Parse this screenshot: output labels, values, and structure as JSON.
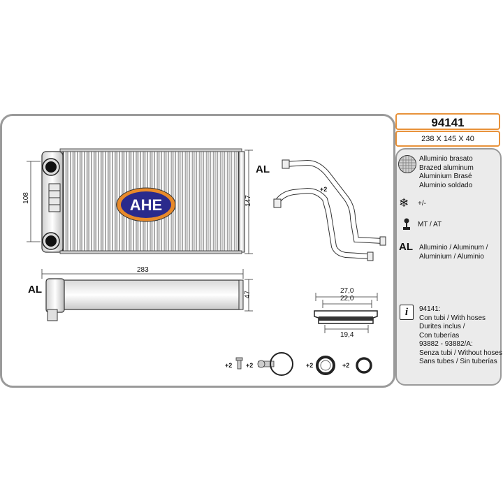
{
  "header": {
    "part_code": "94141",
    "dimensions": "238 X 145 X 40"
  },
  "drawing": {
    "brand_logo": "AHE",
    "material_tag": "AL",
    "side_material_tag": "AL",
    "dim_height_left": "108",
    "dim_height_right": "147",
    "dim_width": "283",
    "dim_depth": "47",
    "hose_qty": "+2",
    "seal_dim_top": "27,0",
    "seal_dim_mid": "22,0",
    "seal_dim_bottom": "19,4",
    "accessories": [
      "+2",
      "+2",
      "+2",
      "+2"
    ]
  },
  "info": {
    "material_lines": [
      "Alluminio brasato",
      "Brazed aluminum",
      "Aluminium Brasé",
      "Aluminio soldado"
    ],
    "ac_label": "+/-",
    "transmission_label": "MT / AT",
    "al_tag": "AL",
    "al_lines": [
      "Alluminio  / Aluminum /",
      "Aluminium / Aluminio"
    ],
    "notes": [
      "94141:",
      "Con tubi / With hoses",
      "Durites inclus /",
      "Con tuberías",
      "93882 - 93882/A:",
      "Senza tubi / Without hoses /",
      "Sans tubes / Sin tuberías"
    ]
  },
  "colors": {
    "accent_orange": "#e8923a",
    "panel_border": "#9a9a9a",
    "info_bg": "#ebebeb",
    "logo_blue": "#2a2a8c",
    "logo_orange": "#e88a2a"
  }
}
